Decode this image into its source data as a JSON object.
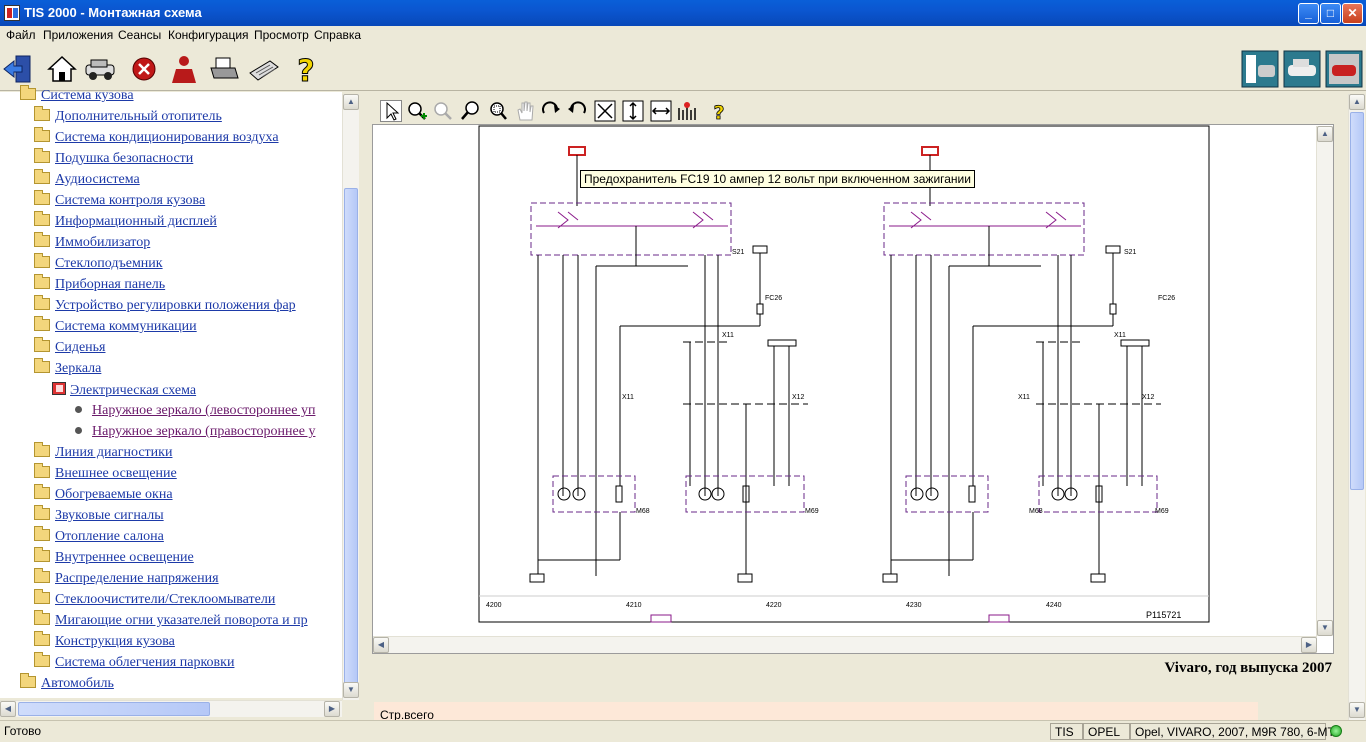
{
  "window": {
    "title": "TIS 2000 - Монтажная схема"
  },
  "menu": [
    "Файл",
    "Приложения",
    "Сеансы",
    "Конфигурация",
    "Просмотр",
    "Справка"
  ],
  "toolbar": {
    "left_icons": [
      "exit-icon",
      "home-icon",
      "vehicle-icon",
      "stop-icon",
      "user-icon",
      "print-icon",
      "keyboard-icon",
      "help-icon"
    ],
    "right_icons": [
      "diagnostics-icon",
      "car-info-icon",
      "car-photo-icon"
    ]
  },
  "tree": {
    "root_top": "Система кузова",
    "items": [
      "Дополнительный отопитель",
      "Система кондиционирования воздуха",
      "Подушка безопасности",
      "Аудиосистема",
      "Система контроля кузова",
      "Информационный дисплей",
      "Иммобилизатор",
      "Стеклоподъемник",
      "Приборная панель",
      "Устройство регулировки положения фар",
      "Система коммуникации",
      "Сиденья",
      "Зеркала"
    ],
    "electric_scheme": "Электрическая схема",
    "sub_items": [
      "Наружное зеркало (левостороннее уп",
      "Наружное зеркало (правостороннее у"
    ],
    "items_after": [
      "Линия диагностики",
      "Внешнее освещение",
      "Обогреваемые окна",
      "Звуковые сигналы",
      "Отопление салона",
      "Внутреннее освещение",
      "Распределение напряжения",
      "Стеклоочистители/Стеклоомыватели",
      "Мигающие огни указателей поворота и пр",
      "Конструкция кузова",
      "Система облегчения парковки"
    ],
    "root_bottom": "Автомобиль"
  },
  "diagram": {
    "tooltip": "Предохранитель FC19 10 ампер 12 вольт при включенном зажигании",
    "labels": {
      "s21": "S21",
      "fc26": "FC26",
      "x11": "X11",
      "x12": "X12",
      "m68": "M68",
      "m69": "M69",
      "drawing_no": "P115721"
    },
    "grid_numbers": [
      "4200",
      "4210",
      "4220",
      "4230",
      "4240"
    ]
  },
  "model_caption": "Vivaro, год выпуска 2007",
  "bottom_strip_text": "Стр.всего",
  "status": {
    "ready": "Готово",
    "mode": "TIS",
    "brand": "OPEL",
    "vehicle": "Opel, VIVARO, 2007, M9R 780, 6-MT"
  },
  "colors": {
    "title_bar": "#0b56d0",
    "link": "#1d3aa8",
    "wire": "#8a1a8a",
    "highlight": "#cc2222"
  }
}
